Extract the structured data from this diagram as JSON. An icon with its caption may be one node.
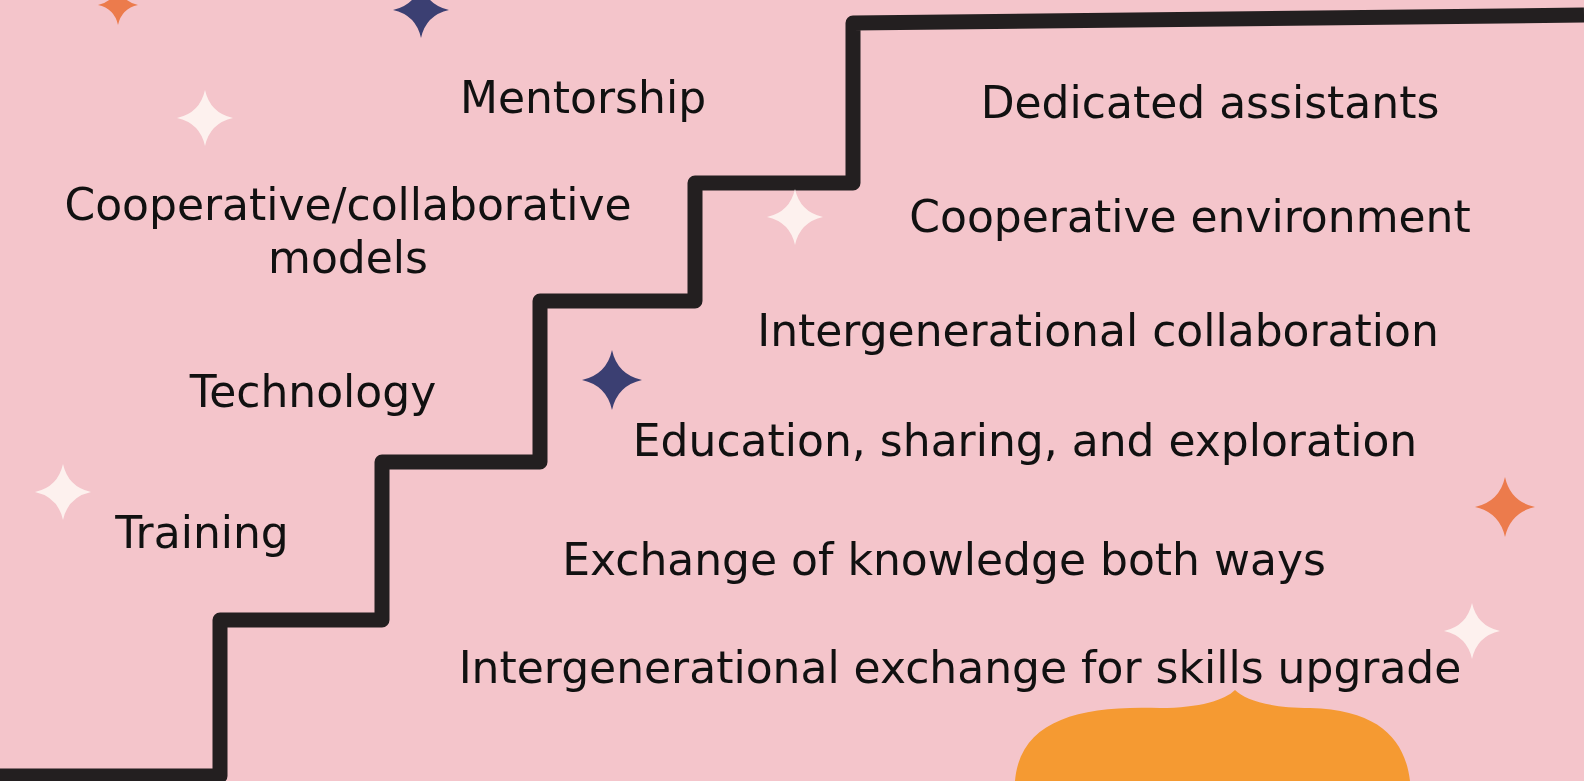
{
  "diagram": {
    "nodes": [
      {
        "text": [],
        "shape": "cloud"
      }
    ],
    "labels": [
      "Mentorship",
      "Dedicated assistants",
      "Cooperative/collaborative models",
      "Cooperative environment",
      "Intergenerational collaboration",
      "Technology",
      "Education, sharing, and exploration",
      "Training",
      "Exchange of knowledge both ways",
      "Intergenerational exchange for skills upgrade"
    ]
  }
}
